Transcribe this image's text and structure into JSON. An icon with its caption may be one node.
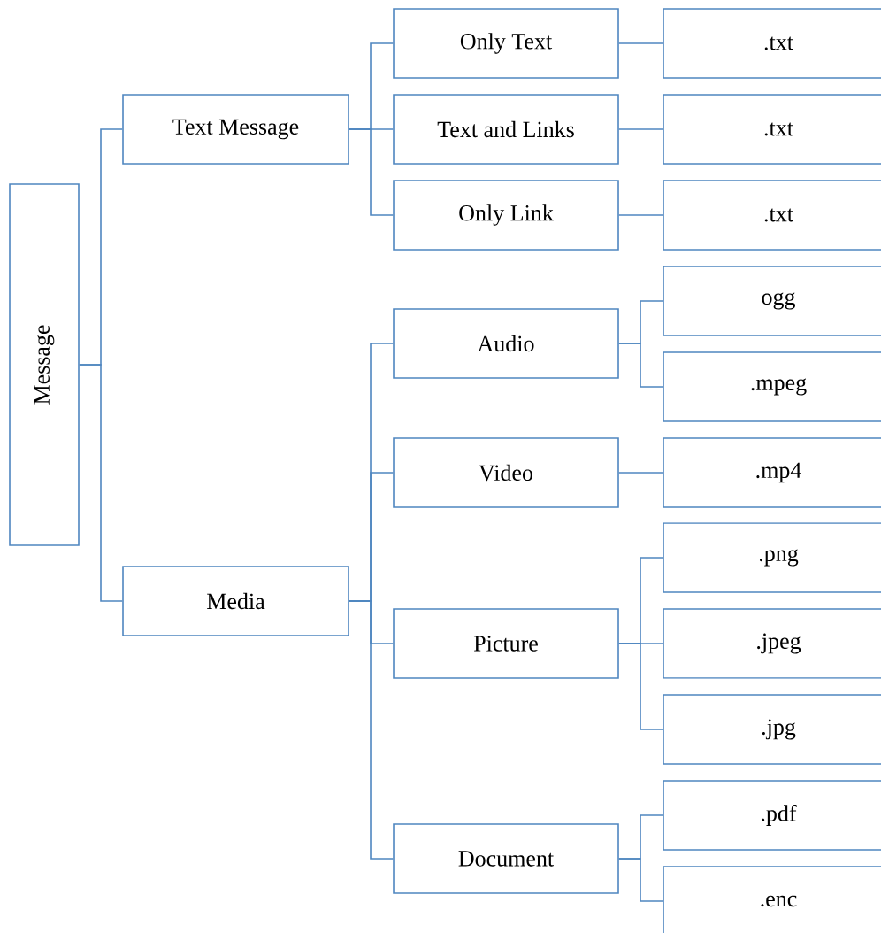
{
  "diagram": {
    "nodes": [
      {
        "text": [
          "Message"
        ]
      },
      {
        "text": [
          "Text Message"
        ]
      },
      {
        "text": [
          "Only Text"
        ]
      },
      {
        "text": [
          ".txt"
        ]
      },
      {
        "text": [
          "Text and Links"
        ]
      },
      {
        "text": [
          ".txt"
        ]
      },
      {
        "text": [
          "Only Link"
        ]
      },
      {
        "text": [
          ".txt"
        ]
      },
      {
        "text": [
          "Media"
        ]
      },
      {
        "text": [
          "Audio"
        ]
      },
      {
        "text": [
          "ogg"
        ]
      },
      {
        "text": [
          ".mpeg"
        ]
      },
      {
        "text": [
          "Video"
        ]
      },
      {
        "text": [
          ".mp4"
        ]
      },
      {
        "text": [
          "Picture"
        ]
      },
      {
        "text": [
          ".png"
        ]
      },
      {
        "text": [
          ".jpeg"
        ]
      },
      {
        "text": [
          ".jpg"
        ]
      },
      {
        "text": [
          "Document"
        ]
      },
      {
        "text": [
          ".pdf"
        ]
      },
      {
        "text": [
          ".enc"
        ]
      }
    ],
    "edges": [
      {
        "from": 0,
        "to": 1,
        "arrow": "none"
      },
      {
        "from": 0,
        "to": 8,
        "arrow": "none"
      },
      {
        "from": 1,
        "to": 2,
        "arrow": "none"
      },
      {
        "from": 1,
        "to": 4,
        "arrow": "none"
      },
      {
        "from": 1,
        "to": 6,
        "arrow": "none"
      },
      {
        "from": 2,
        "to": 3,
        "arrow": "none"
      },
      {
        "from": 4,
        "to": 5,
        "arrow": "none"
      },
      {
        "from": 6,
        "to": 7,
        "arrow": "none"
      },
      {
        "from": 8,
        "to": 9,
        "arrow": "none"
      },
      {
        "from": 8,
        "to": 12,
        "arrow": "none"
      },
      {
        "from": 8,
        "to": 14,
        "arrow": "none"
      },
      {
        "from": 8,
        "to": 18,
        "arrow": "none"
      },
      {
        "from": 9,
        "to": 10,
        "arrow": "none"
      },
      {
        "from": 9,
        "to": 11,
        "arrow": "none"
      },
      {
        "from": 12,
        "to": 13,
        "arrow": "none"
      },
      {
        "from": 14,
        "to": 15,
        "arrow": "none"
      },
      {
        "from": 14,
        "to": 16,
        "arrow": "none"
      },
      {
        "from": 14,
        "to": 17,
        "arrow": "none"
      },
      {
        "from": 18,
        "to": 19,
        "arrow": "none"
      },
      {
        "from": 18,
        "to": 20,
        "arrow": "none"
      }
    ]
  }
}
